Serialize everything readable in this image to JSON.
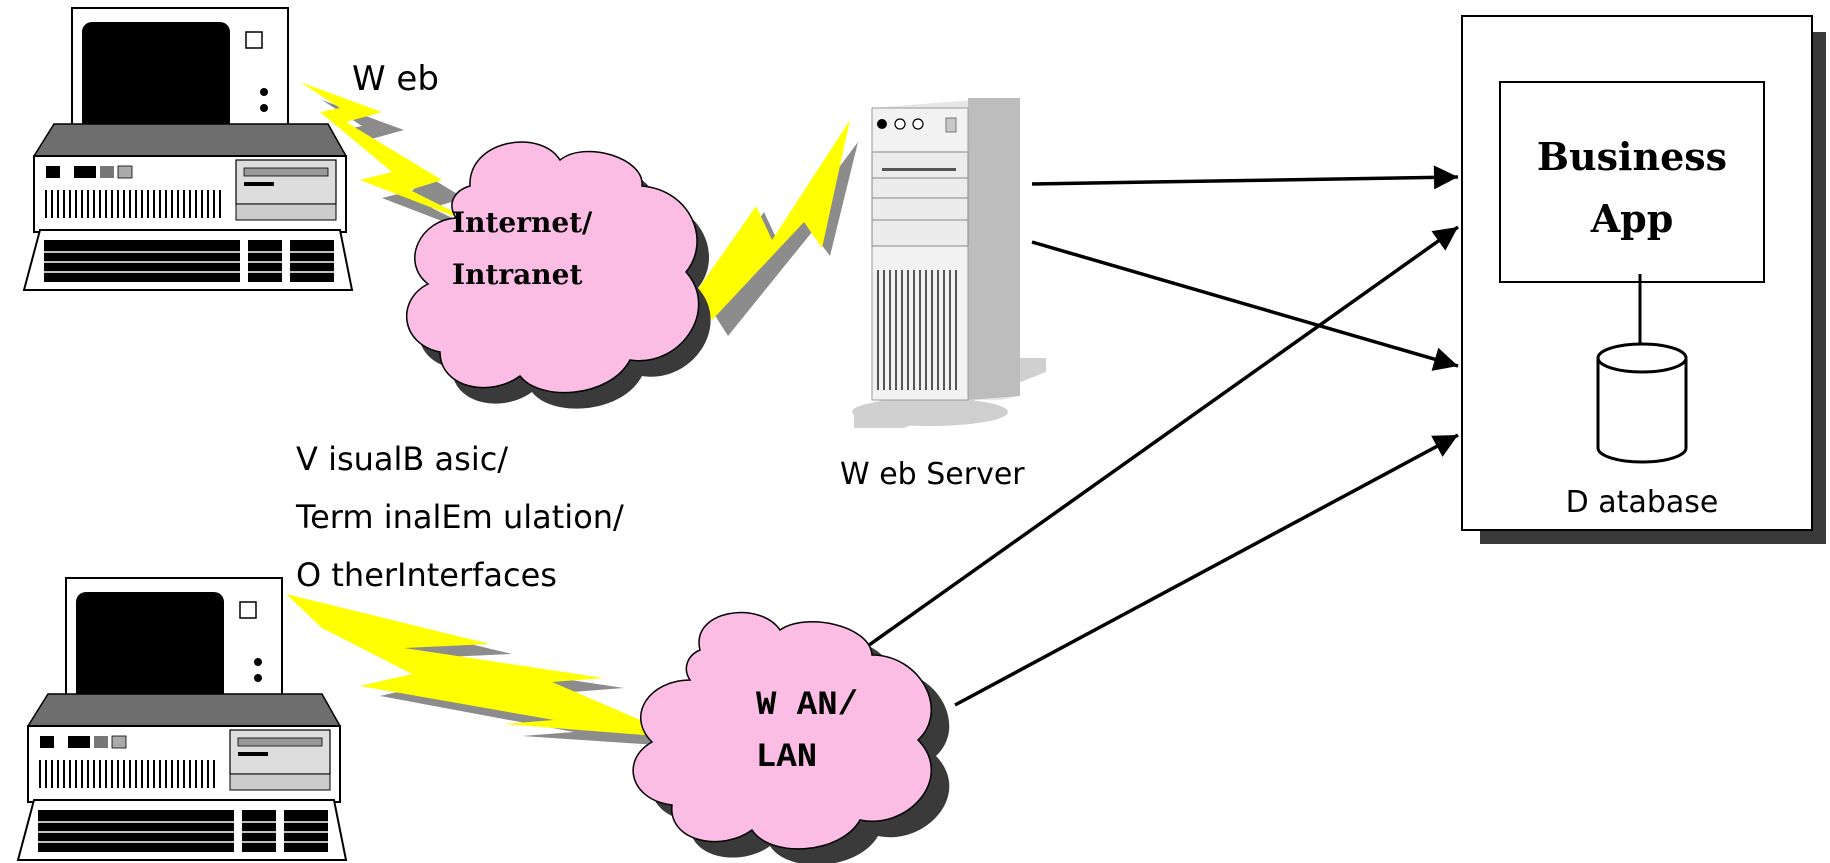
{
  "labels": {
    "web": "W eb",
    "internet_cloud": [
      "Internet/",
      "Intranet"
    ],
    "web_server": "W eb Server",
    "other_interfaces": [
      "V isualB asic/",
      "Term inalEm ulation/",
      "O therInterfaces"
    ],
    "wan_cloud": [
      "W AN/",
      "LAN"
    ],
    "business_app": [
      "Business",
      "App"
    ],
    "database": "D atabase"
  },
  "colors": {
    "cloud_fill": "#fbbde3",
    "cloud_shadow": "#3a3a3a",
    "bolt": "#ffff00",
    "bolt_shadow": "#8c8c8c",
    "line": "#000000",
    "box_shadow": "#3a3a3a"
  },
  "icons": [
    "pc-computer-icon",
    "pc-computer-icon",
    "web-server-tower-icon",
    "database-cylinder-icon"
  ]
}
